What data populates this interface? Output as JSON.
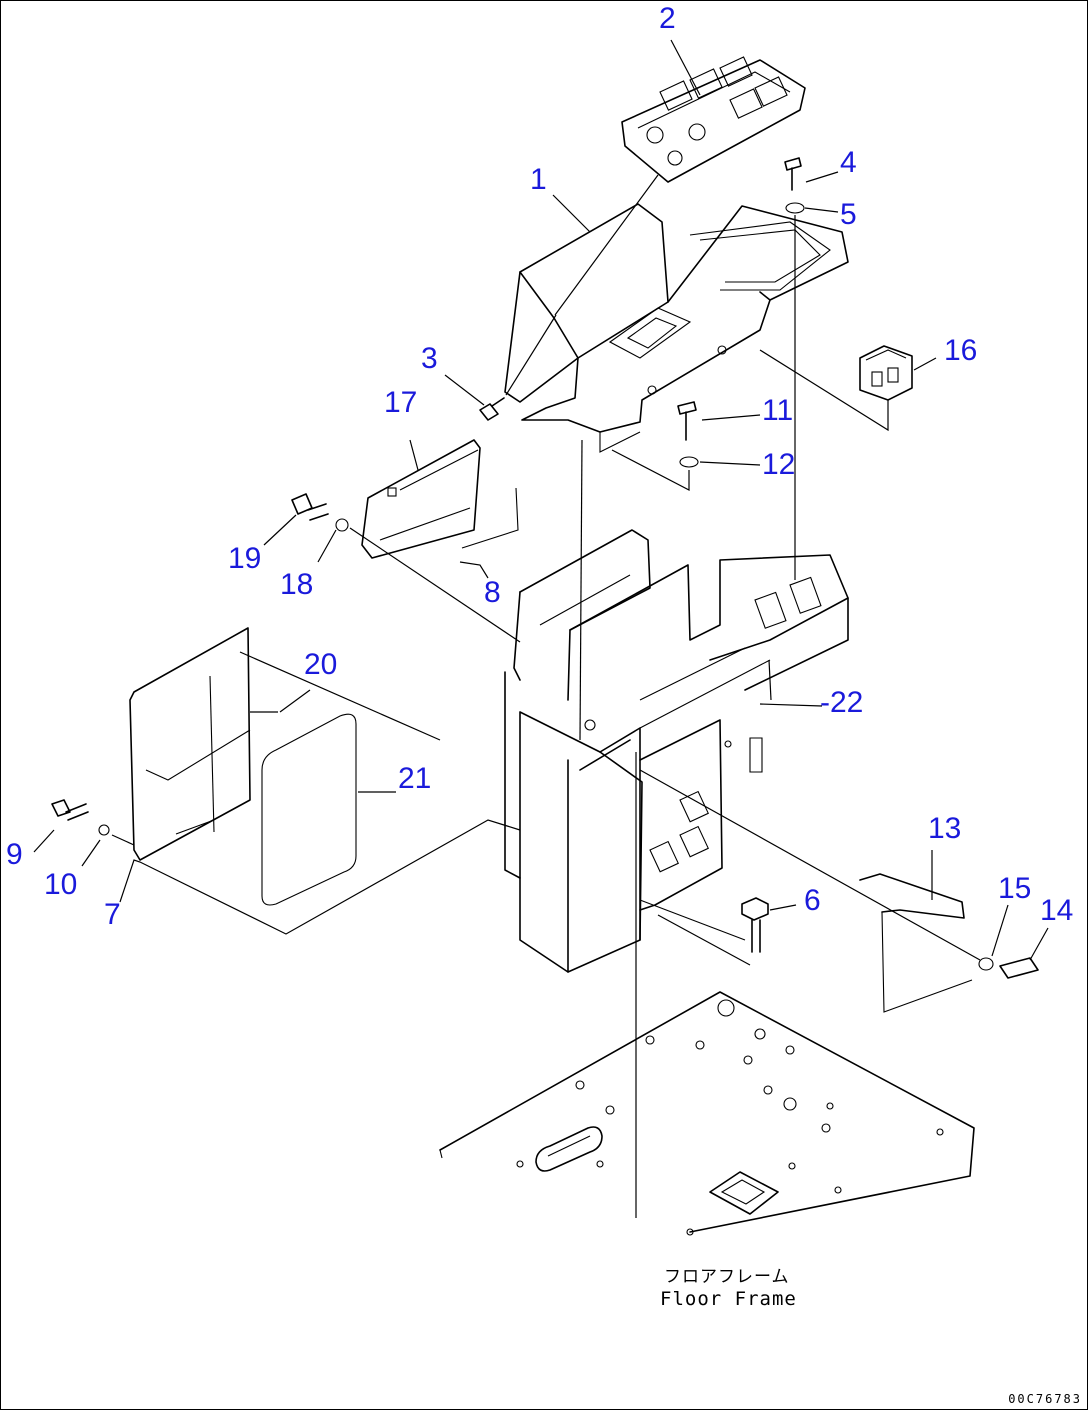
{
  "callouts": [
    {
      "id": "1",
      "label": "1"
    },
    {
      "id": "2",
      "label": "2"
    },
    {
      "id": "3",
      "label": "3"
    },
    {
      "id": "4",
      "label": "4"
    },
    {
      "id": "5",
      "label": "5"
    },
    {
      "id": "6",
      "label": "6"
    },
    {
      "id": "7",
      "label": "7"
    },
    {
      "id": "8",
      "label": "8"
    },
    {
      "id": "9",
      "label": "9"
    },
    {
      "id": "10",
      "label": "10"
    },
    {
      "id": "11",
      "label": "11"
    },
    {
      "id": "12",
      "label": "12"
    },
    {
      "id": "13",
      "label": "13"
    },
    {
      "id": "14",
      "label": "14"
    },
    {
      "id": "15",
      "label": "15"
    },
    {
      "id": "16",
      "label": "16"
    },
    {
      "id": "17",
      "label": "17"
    },
    {
      "id": "18",
      "label": "18"
    },
    {
      "id": "19",
      "label": "19"
    },
    {
      "id": "20",
      "label": "20"
    },
    {
      "id": "21",
      "label": "21"
    },
    {
      "id": "22",
      "label": "-22"
    }
  ],
  "floor_frame": {
    "label_jp": "フロアフレーム",
    "label_en": "Floor Frame"
  },
  "drawing_number": "00C76783",
  "colors": {
    "callout": "#1a1adb",
    "lines": "#000000",
    "background": "#ffffff"
  }
}
